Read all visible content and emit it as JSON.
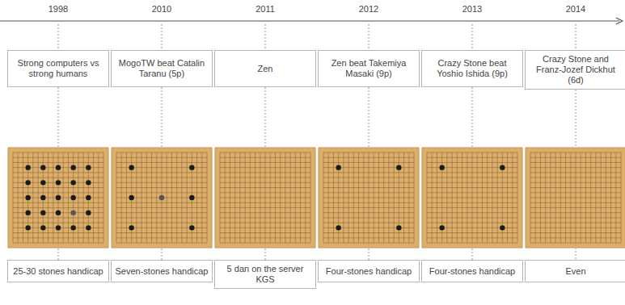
{
  "diagram": {
    "nodes": [
      {
        "text": [
          "Strong computers vs strong humans"
        ]
      },
      {
        "text": [
          "MogoTW beat Catalin Taranu (5p)"
        ]
      },
      {
        "text": [
          "Zen"
        ]
      },
      {
        "text": [
          "Zen beat Takemiya Masaki (9p)"
        ]
      },
      {
        "text": [
          "Crazy Stone beat Yoshio Ishida (9p)"
        ]
      },
      {
        "text": [
          "Crazy Stone and Franz-Jozef Dickhut (6d)"
        ]
      },
      {
        "text": [
          "25-30 stones handicap"
        ]
      },
      {
        "text": [
          "Seven-stones handicap"
        ]
      },
      {
        "text": [
          "5 dan on the server KGS"
        ]
      },
      {
        "text": [
          "Four-stones handicap"
        ]
      },
      {
        "text": [
          "Four-stones handicap"
        ]
      },
      {
        "text": [
          "Even"
        ]
      }
    ],
    "edges": [
      {
        "from": 0,
        "to": 6,
        "arrow": "none"
      },
      {
        "from": 1,
        "to": 7,
        "arrow": "none"
      },
      {
        "from": 2,
        "to": 8,
        "arrow": "none"
      },
      {
        "from": 3,
        "to": 9,
        "arrow": "none"
      },
      {
        "from": 4,
        "to": 10,
        "arrow": "none"
      },
      {
        "from": 5,
        "to": 11,
        "arrow": "none"
      }
    ],
    "labels": [
      "1998",
      "2010",
      "2011",
      "2012",
      "2013",
      "2014"
    ]
  }
}
